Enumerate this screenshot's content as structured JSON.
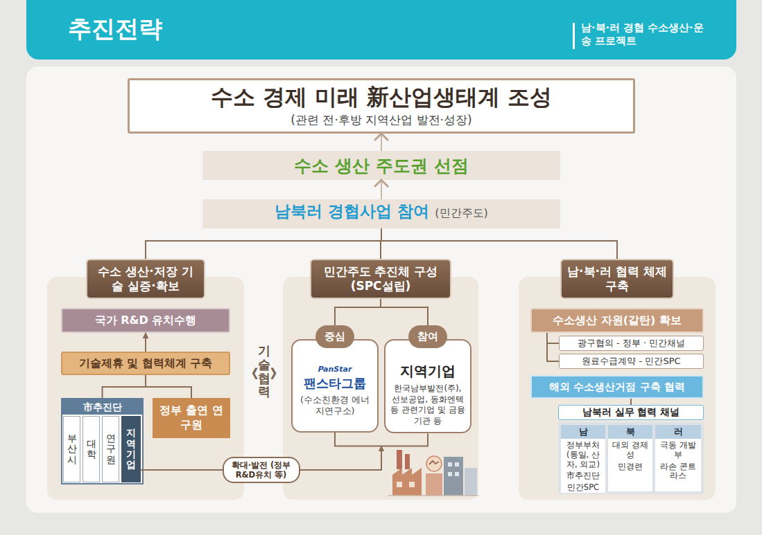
{
  "diagram": {
    "title": "추진전략",
    "nodes": [
      {
        "text": [
          "수소 경제 미래 新산업생태계 조성",
          "(관련 전·후방 지역산업 발전·성장)"
        ]
      },
      {
        "text": [
          "수소 생산 주도권 선점"
        ]
      },
      {
        "text": [
          "남북러 경협사업 참여",
          "(민간주도)"
        ]
      },
      {
        "text": [
          "수소 생산·저장 기술 실증·확보"
        ]
      },
      {
        "text": [
          "국가 R&D 유치수행"
        ],
        "in": 3
      },
      {
        "text": [
          "기술제휴 및 협력체계 구축"
        ],
        "in": 3
      },
      {
        "text": [
          "市추진단"
        ],
        "in": 3
      },
      {
        "text": [
          "부산시"
        ],
        "in": 6
      },
      {
        "text": [
          "대학"
        ],
        "in": 6
      },
      {
        "text": [
          "연구원"
        ],
        "in": 6
      },
      {
        "text": [
          "지역기업"
        ],
        "in": 6
      },
      {
        "text": [
          "정부 출연 연구원"
        ],
        "in": 3
      },
      {
        "text": [
          "민간주도 추진체 구성 (SPC설립)"
        ]
      },
      {
        "text": [
          "중심",
          "PanStar",
          "팬스타그룹",
          "(수소친환경 에너지연구소)"
        ],
        "in": 12
      },
      {
        "text": [
          "참여",
          "지역기업",
          "한국남부발전(주), 선보공업, 동화엔텍 등 관련기업 및 금융기관 등"
        ],
        "in": 12
      },
      {
        "text": [
          "남·북·러 협력 체제 구축"
        ]
      },
      {
        "text": [
          "수소생산 자원(갈탄) 확보"
        ],
        "in": 15
      },
      {
        "text": [
          "광구협의 - 정부 · 민간채널"
        ],
        "in": 15
      },
      {
        "text": [
          "원료수급계약 - 민간SPC"
        ],
        "in": 15
      },
      {
        "text": [
          "해외 수소생산거점 구축 협력"
        ],
        "in": 15
      },
      {
        "text": [
          "남북러 실무 협력 채널"
        ],
        "in": 15
      },
      {
        "text": [
          "남",
          "정부부처 (통일, 산자, 외교)",
          "市추진단",
          "민간SPC"
        ],
        "in": 15
      },
      {
        "text": [
          "북",
          "대외 경제성",
          "민경련"
        ],
        "in": 15
      },
      {
        "text": [
          "러",
          "극동 개발부",
          "라손 콘트라스"
        ],
        "in": 15
      }
    ],
    "edges": [
      {
        "from": 2,
        "to": 1,
        "arrow": "to"
      },
      {
        "from": 1,
        "to": 0,
        "arrow": "to"
      },
      {
        "from": 2,
        "to": 3,
        "arrow": "none"
      },
      {
        "from": 2,
        "to": 12,
        "arrow": "none"
      },
      {
        "from": 2,
        "to": 15,
        "arrow": "none"
      },
      {
        "from": 5,
        "to": 4,
        "arrow": "to"
      },
      {
        "from": 6,
        "to": 5,
        "arrow": "none"
      },
      {
        "from": 11,
        "to": 5,
        "arrow": "none"
      },
      {
        "from": 10,
        "to": 12,
        "label": "확대·발전 (정부R&D유치 等)",
        "arrow": "to"
      },
      {
        "from": 12,
        "to": 13,
        "arrow": "none"
      },
      {
        "from": 12,
        "to": 14,
        "arrow": "none"
      },
      {
        "from": 13,
        "to": 14,
        "arrow": "none"
      },
      {
        "from": 16,
        "to": 17,
        "arrow": "none"
      },
      {
        "from": 16,
        "to": 18,
        "arrow": "none"
      },
      {
        "from": 19,
        "to": 20,
        "arrow": "none"
      }
    ],
    "labels": [
      "남·북·러 경협 수소생산·운송 프로젝트",
      "《",
      "기술협력",
      "》"
    ]
  }
}
